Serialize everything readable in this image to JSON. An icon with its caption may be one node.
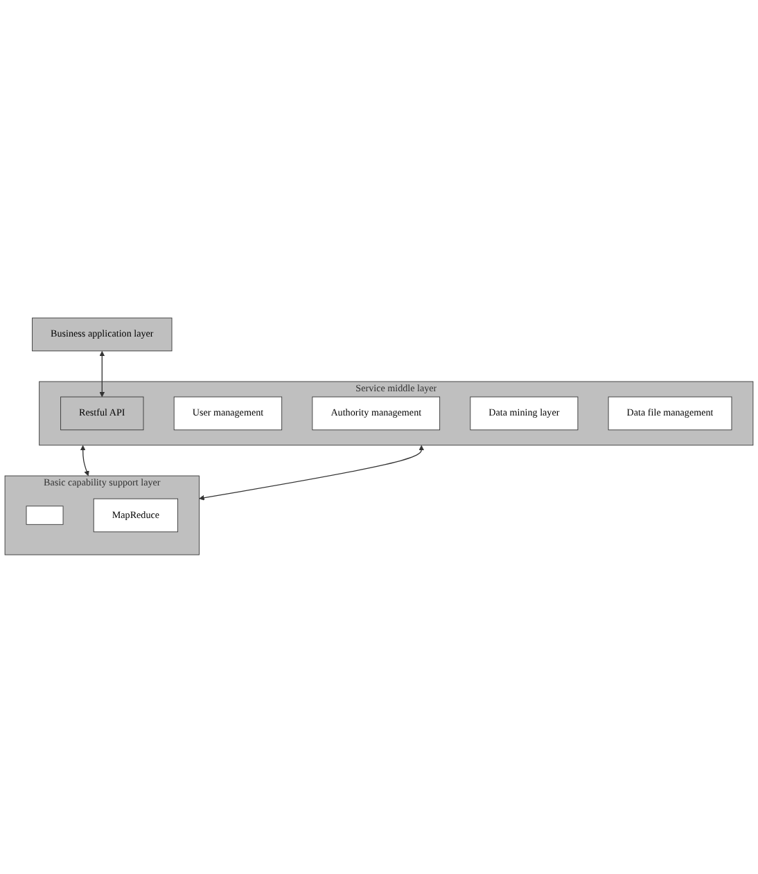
{
  "diagram": {
    "nodes": [
      {
        "text": [
          "Business application layer"
        ]
      },
      {
        "text": [
          "Service middle layer"
        ]
      },
      {
        "text": [
          "Restful API"
        ],
        "in": 1
      },
      {
        "text": [
          "User management"
        ],
        "in": 1
      },
      {
        "text": [
          "Authority management"
        ],
        "in": 1
      },
      {
        "text": [
          "Data mining layer"
        ],
        "in": 1
      },
      {
        "text": [
          "Data file management"
        ],
        "in": 1
      },
      {
        "text": [
          "Basic capability support layer"
        ]
      },
      {
        "text": [],
        "shape": "box",
        "in": 7
      },
      {
        "text": [
          "MapReduce"
        ],
        "in": 7
      }
    ],
    "edges": [
      {
        "from": 0,
        "to": 2,
        "arrow": "both"
      },
      {
        "from": 1,
        "to": 7,
        "arrow": "both"
      },
      {
        "from": 1,
        "to": 7,
        "arrow": "both"
      }
    ]
  }
}
